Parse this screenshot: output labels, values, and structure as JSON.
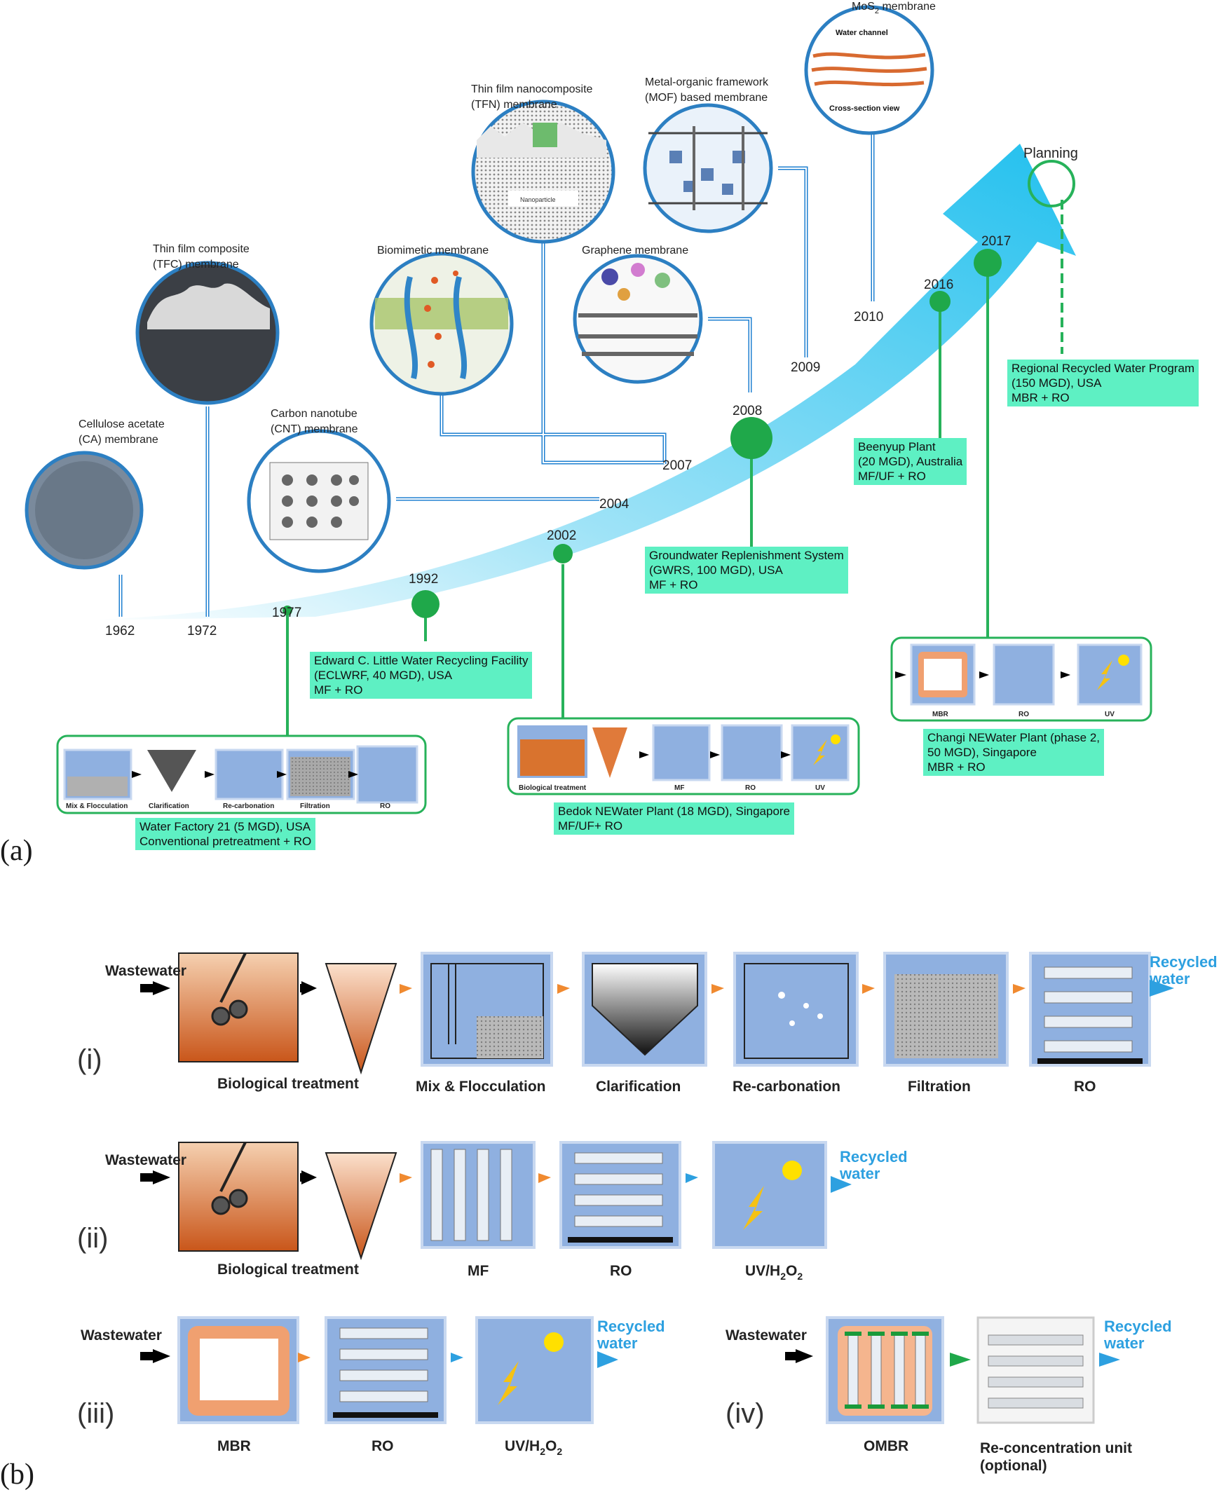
{
  "panel_a": {
    "label": "(a)",
    "years": [
      "1962",
      "1972",
      "1977",
      "1992",
      "2002",
      "2004",
      "2007",
      "2008",
      "2009",
      "2010",
      "2016",
      "2017"
    ],
    "planning": "Planning",
    "membranes": [
      {
        "l1": "Cellulose acetate",
        "l2": "(CA) membrane"
      },
      {
        "l1": "Thin film composite",
        "l2": "(TFC) membrane"
      },
      {
        "l1": "Carbon nanotube",
        "l2": "(CNT) membrane"
      },
      {
        "l1": "Biomimetic membrane",
        "l2": ""
      },
      {
        "l1": "Thin film nanocomposite",
        "l2": "(TFN) membrane"
      },
      {
        "l1": "Graphene membrane",
        "l2": ""
      },
      {
        "l1": "Metal-organic framework",
        "l2": "(MOF) based membrane"
      },
      {
        "l1": "MoS",
        "l2": "2",
        "l3": " membrane"
      }
    ],
    "inset_texts": {
      "nanoparticle": "Nanoparticle",
      "water_channel": "Water   channel",
      "cross_section": "Cross-section view"
    },
    "plants": {
      "eclwrf": [
        "Edward C. Little Water Recycling Facility",
        "(ECLWRF, 40 MGD), USA",
        "MF + RO"
      ],
      "gwrs": [
        "Groundwater Replenishment System",
        "(GWRS, 100 MGD), USA",
        "MF + RO"
      ],
      "beenyup": [
        "Beenyup Plant",
        "(20 MGD), Australia",
        "MF/UF + RO"
      ],
      "regional": [
        "Regional Recycled Water Program",
        "(150 MGD), USA",
        "MBR + RO"
      ],
      "wf21": [
        "Water Factory 21 (5 MGD), USA",
        "Conventional pretreatment + RO"
      ],
      "bedok": [
        "Bedok NEWater Plant (18 MGD), Singapore",
        "MF/UF+ RO"
      ],
      "changi": [
        "Changi NEWater Plant (phase 2,",
        "50 MGD), Singapore",
        "MBR + RO"
      ]
    },
    "mini_steps": {
      "wf21": [
        "Mix & Flocculation",
        "Clarification",
        "Re-carbonation",
        "Filtration",
        "RO"
      ],
      "bedok": [
        "Biological treatment",
        "MF",
        "RO",
        "UV"
      ],
      "changi": [
        "MBR",
        "RO",
        "UV"
      ]
    }
  },
  "panel_b": {
    "label": "(b)",
    "wastewater": "Wastewater",
    "recycled": [
      "Recycled",
      "water"
    ],
    "rows": [
      {
        "tag": "(i)",
        "steps": [
          "Biological treatment",
          "Mix & Flocculation",
          "Clarification",
          "Re-carbonation",
          "Filtration",
          "RO"
        ]
      },
      {
        "tag": "(ii)",
        "steps": [
          "Biological treatment",
          "MF",
          "RO",
          "UV/H",
          "2",
          "O",
          "2"
        ]
      },
      {
        "tag": "(iii)",
        "steps": [
          "MBR",
          "RO",
          "UV/H",
          "2",
          "O",
          "2"
        ]
      },
      {
        "tag": "(iv)",
        "steps": [
          "OMBR",
          "Re-concentration unit",
          "(optional)"
        ]
      }
    ]
  },
  "colors": {
    "arrow": "#2fc6f0",
    "green_line": "#27b25a",
    "blue_line": "#1e7fd0",
    "box": "#5ef0c3",
    "step": "#8fb0e0",
    "orange": "#f08a30",
    "recycled": "#2da0e0"
  }
}
